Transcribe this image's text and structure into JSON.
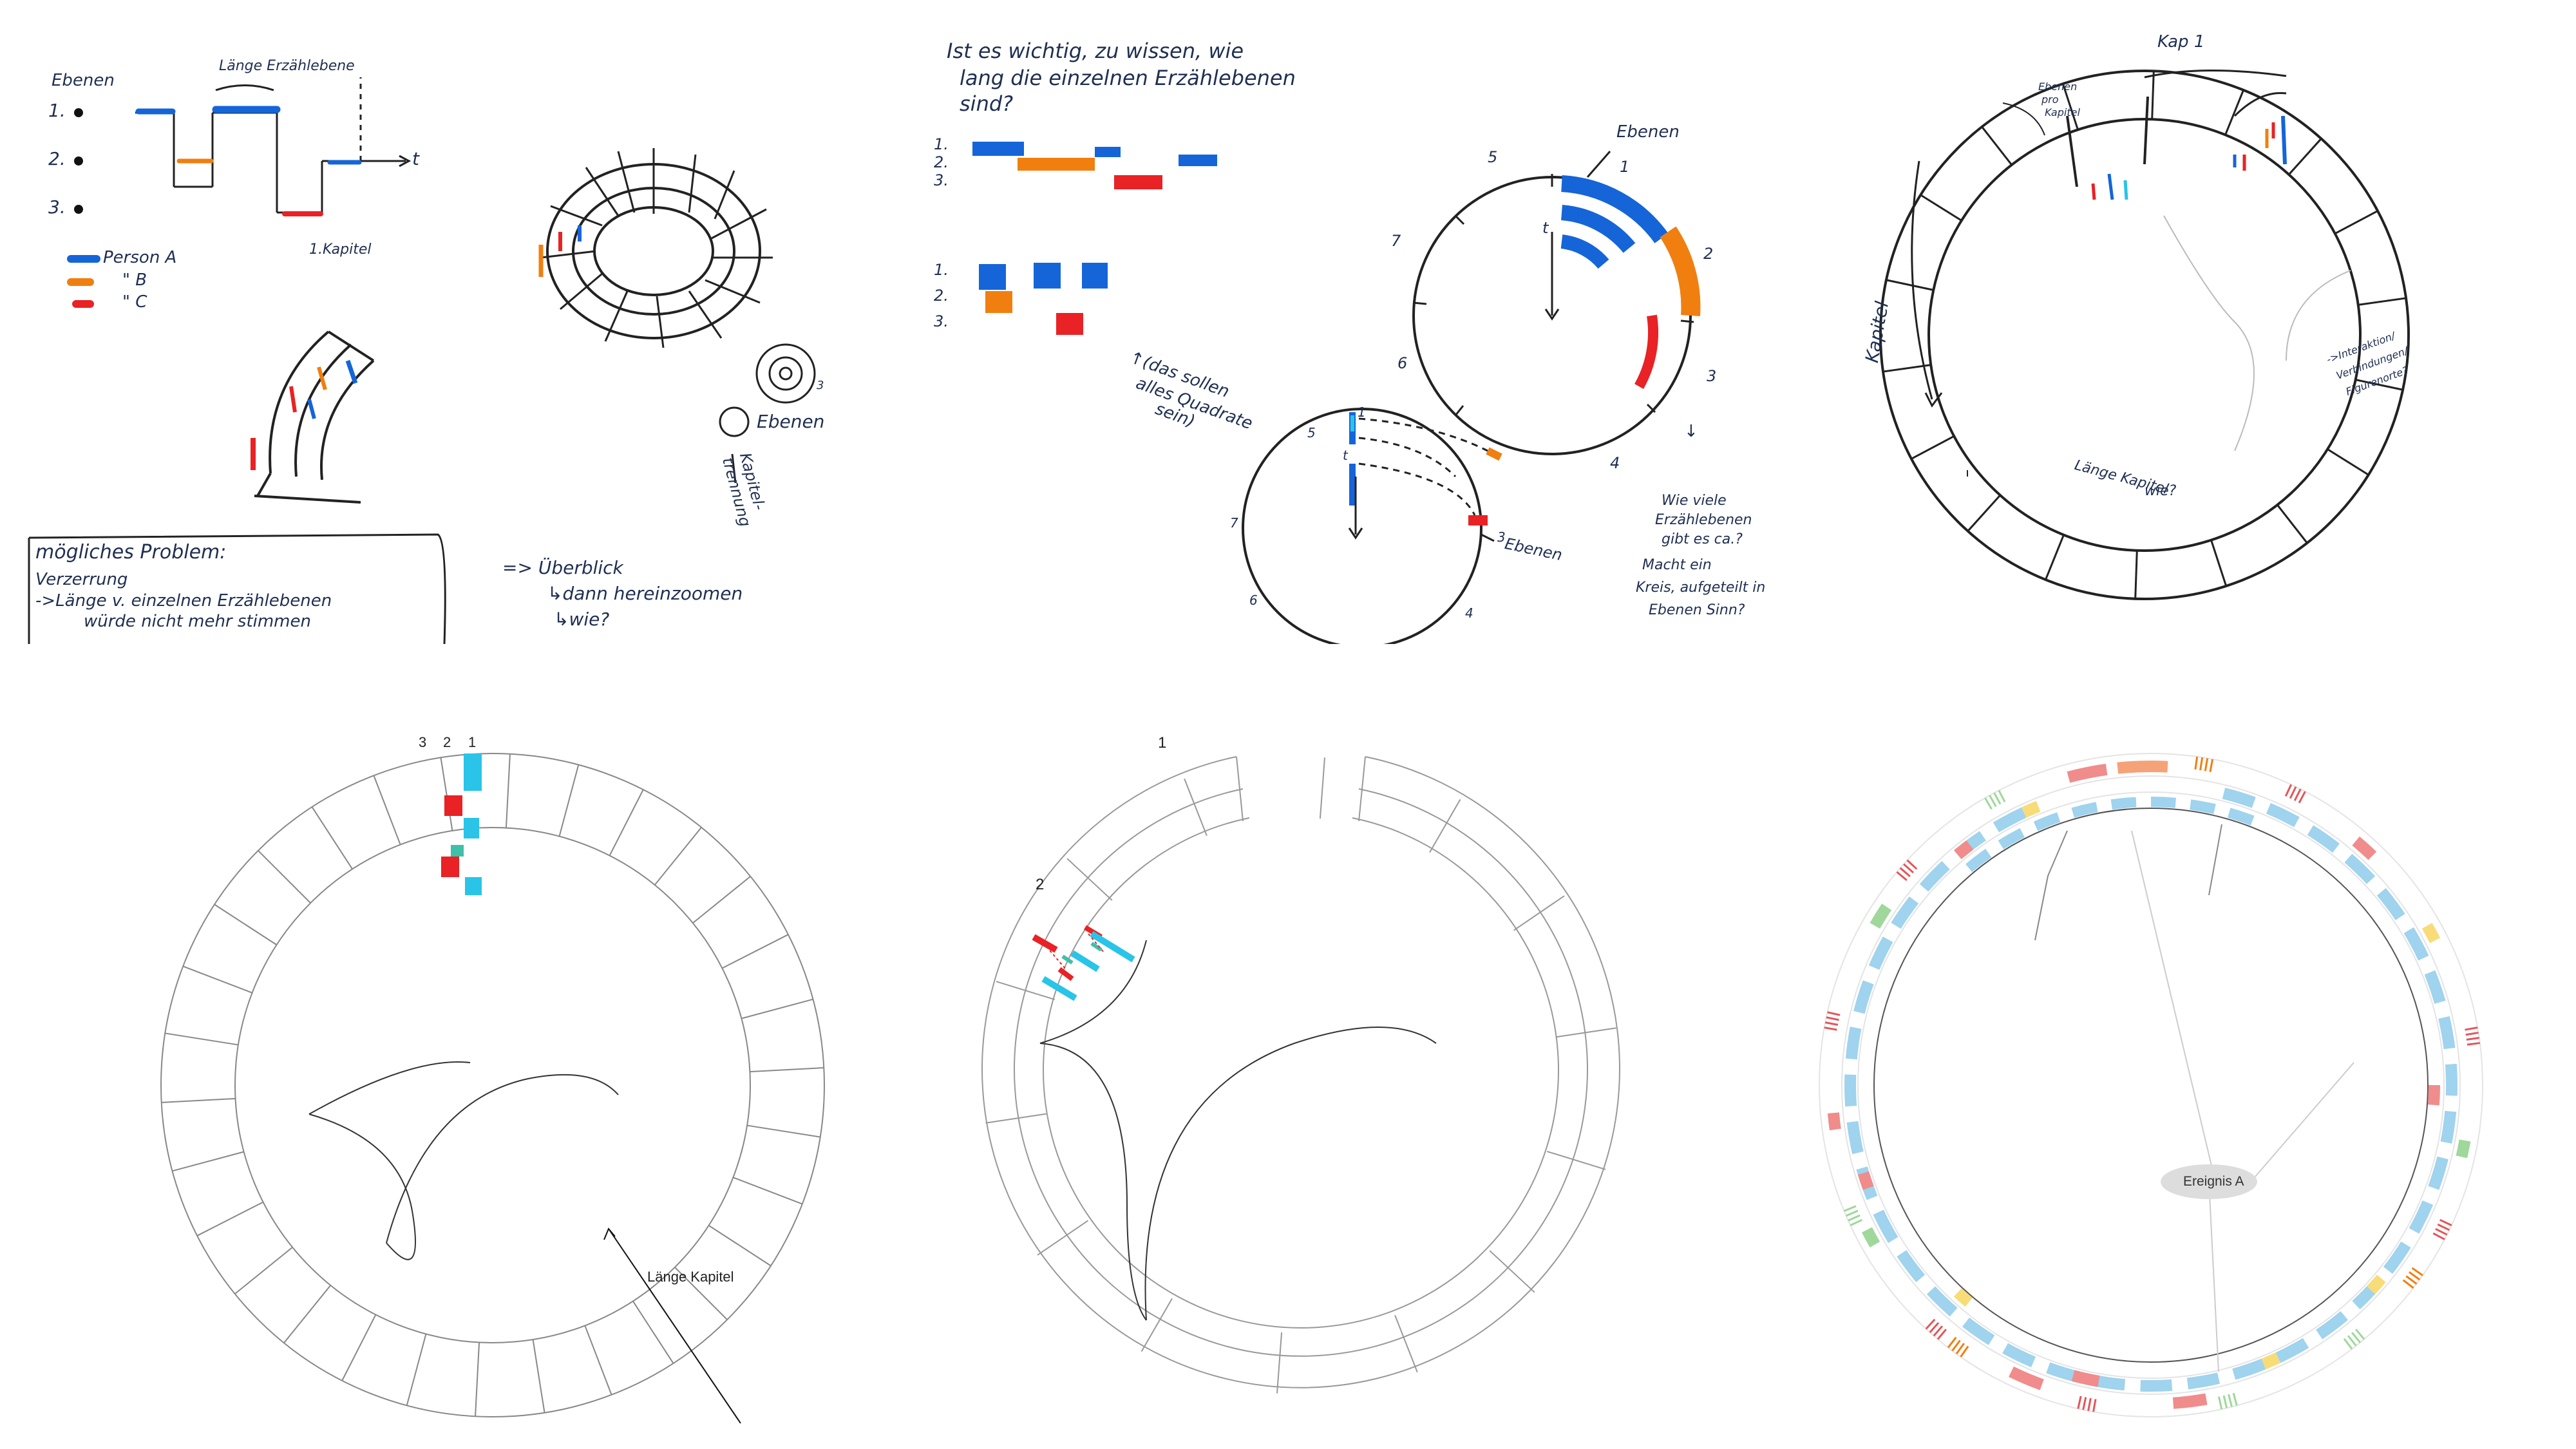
{
  "colors": {
    "blue": "#1565d8",
    "cyan": "#29c4e8",
    "orange": "#f07f10",
    "red": "#e82225",
    "teal": "#3fc0a8",
    "ink": "#1f2f52",
    "lightblue": "#9fd3ee",
    "pink": "#f08c8c",
    "salmon": "#f5a278",
    "yellow": "#f8dc78",
    "green": "#9fd89a"
  },
  "sketch1": {
    "levels_label": "Ebenen",
    "length_label": "Länge Erzählebene",
    "level_nums": [
      "1.",
      "2.",
      "3."
    ],
    "t_label": "t",
    "chapter_label": "1.Kapitel",
    "legend": [
      {
        "label": "Person A",
        "color": "#1565d8"
      },
      {
        "label": "\" B",
        "color": "#f07f10"
      },
      {
        "label": "\" C",
        "color": "#e82225"
      }
    ],
    "rings_label": "Ebenen",
    "chapter_sep_label": "Kapitel-trennung",
    "ring_num": "3",
    "problem_lines": [
      "mögliches Problem:",
      "Verzerrung",
      "->Länge v. einzelnen Erzählebenen",
      "würde nicht mehr stimmen"
    ],
    "overview_lines": [
      "=> Überblick",
      "↳dann hereinzoomen",
      "↳wie?"
    ]
  },
  "sketch2": {
    "question": [
      "Ist es wichtig, zu wissen, wie",
      "lang die einzelnen Erzählebenen",
      "sind?"
    ],
    "row_nums": [
      "1.",
      "2.",
      "3."
    ],
    "square_note": [
      "↑(das sollen",
      "alles Quadrate",
      "sein)"
    ],
    "big_clock_nums": [
      "5",
      "1",
      "2",
      "3",
      "4",
      "6",
      "7"
    ],
    "small_clock_nums": [
      "1",
      "5",
      "7",
      "6",
      "3",
      "4"
    ],
    "ebenen_label": "Ebenen",
    "ebenen_label2": "Ebenen",
    "t_label": "t",
    "count_question": [
      "↓",
      "Wie viele",
      "Erzählebenen",
      "gibt es ca.?",
      "Macht ein",
      "Kreis, aufgeteilt in",
      "Ebenen Sinn?"
    ]
  },
  "sketch3": {
    "kap_label": "Kap 1",
    "ebenen_pro_kapitel": [
      "Ebenen",
      "pro",
      "Kapitel"
    ],
    "kapitel_label": "Kapitel",
    "laenge_label": [
      "Länge Kapitel",
      "wie?"
    ],
    "connection_label": [
      "->Interaktion/",
      "Verbindungen/",
      "Figurenorte?"
    ]
  },
  "diagram1": {
    "level_labels": [
      "3",
      "2",
      "1"
    ],
    "length_label": "Länge Kapitel"
  },
  "diagram2": {
    "labels": [
      "1",
      "2"
    ]
  },
  "diagram3": {
    "event_label": "Ereignis A"
  }
}
